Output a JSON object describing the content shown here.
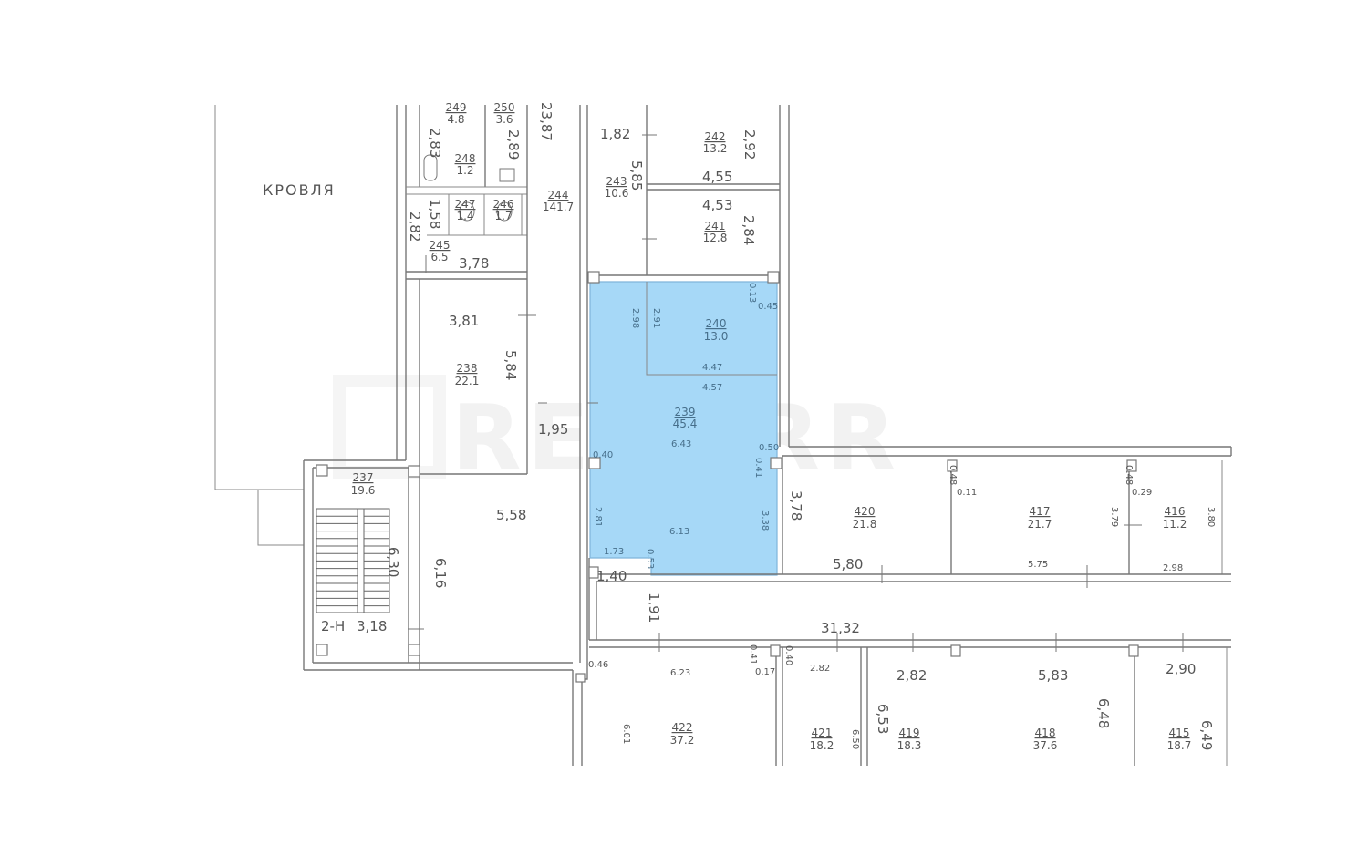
{
  "plan": {
    "roof_label": "КРОВЛЯ",
    "watermark": "REKORR",
    "highlight_color": "#a6d8f7",
    "stair_label": "2-Н",
    "rooms": [
      {
        "id": "r249",
        "number": "249",
        "area": "4.8"
      },
      {
        "id": "r250",
        "number": "250",
        "area": "3.6"
      },
      {
        "id": "r248",
        "number": "248",
        "area": "1.2"
      },
      {
        "id": "r247",
        "number": "247",
        "area": "1.4"
      },
      {
        "id": "r246",
        "number": "246",
        "area": "1.7"
      },
      {
        "id": "r245",
        "number": "245",
        "area": "6.5"
      },
      {
        "id": "r244",
        "number": "244",
        "area": "141.7"
      },
      {
        "id": "r243",
        "number": "243",
        "area": "10.6"
      },
      {
        "id": "r242",
        "number": "242",
        "area": "13.2"
      },
      {
        "id": "r241",
        "number": "241",
        "area": "12.8"
      },
      {
        "id": "r240",
        "number": "240",
        "area": "13.0"
      },
      {
        "id": "r239",
        "number": "239",
        "area": "45.4"
      },
      {
        "id": "r238",
        "number": "238",
        "area": "22.1"
      },
      {
        "id": "r237",
        "number": "237",
        "area": "19.6"
      },
      {
        "id": "r420",
        "number": "420",
        "area": "21.8"
      },
      {
        "id": "r417",
        "number": "417",
        "area": "21.7"
      },
      {
        "id": "r416",
        "number": "416",
        "area": "11.2"
      },
      {
        "id": "r422",
        "number": "422",
        "area": "37.2"
      },
      {
        "id": "r421",
        "number": "421",
        "area": "18.2"
      },
      {
        "id": "r419",
        "number": "419",
        "area": "18.3"
      },
      {
        "id": "r418",
        "number": "418",
        "area": "37.6"
      },
      {
        "id": "r415",
        "number": "415",
        "area": "18.7"
      }
    ],
    "dimensions": [
      {
        "id": "d1",
        "text": "2,83"
      },
      {
        "id": "d2",
        "text": "2,89"
      },
      {
        "id": "d3",
        "text": "23,87"
      },
      {
        "id": "d4",
        "text": "1,82"
      },
      {
        "id": "d5",
        "text": "2,92"
      },
      {
        "id": "d6",
        "text": "5,85"
      },
      {
        "id": "d7",
        "text": "4,55"
      },
      {
        "id": "d8",
        "text": "4,53"
      },
      {
        "id": "d9",
        "text": "2,84"
      },
      {
        "id": "d10",
        "text": "1,58"
      },
      {
        "id": "d11",
        "text": "2,82"
      },
      {
        "id": "d12",
        "text": "3,78"
      },
      {
        "id": "d13",
        "text": "3,81"
      },
      {
        "id": "d14",
        "text": "5,84"
      },
      {
        "id": "d15",
        "text": "1,95"
      },
      {
        "id": "d16",
        "text": "5,58"
      },
      {
        "id": "d17",
        "text": "6,30"
      },
      {
        "id": "d18",
        "text": "6,16"
      },
      {
        "id": "d19",
        "text": "3,18"
      },
      {
        "id": "d20",
        "text": "3,78"
      },
      {
        "id": "d21",
        "text": "5,80"
      },
      {
        "id": "d22",
        "text": "1,40"
      },
      {
        "id": "d23",
        "text": "1,91"
      },
      {
        "id": "d24",
        "text": "31,32"
      },
      {
        "id": "d25",
        "text": "2,82"
      },
      {
        "id": "d26",
        "text": "5,83"
      },
      {
        "id": "d27",
        "text": "2,90"
      },
      {
        "id": "d28",
        "text": "6,53"
      },
      {
        "id": "d29",
        "text": "6,48"
      },
      {
        "id": "d30",
        "text": "6,49"
      },
      {
        "id": "s1",
        "text": "2.98"
      },
      {
        "id": "s2",
        "text": "2.91"
      },
      {
        "id": "s3",
        "text": "0.13"
      },
      {
        "id": "s4",
        "text": "0.45"
      },
      {
        "id": "s5",
        "text": "4.47"
      },
      {
        "id": "s6",
        "text": "4.57"
      },
      {
        "id": "s7",
        "text": "6.43"
      },
      {
        "id": "s8",
        "text": "0.40"
      },
      {
        "id": "s9",
        "text": "0.50"
      },
      {
        "id": "s10",
        "text": "0.41"
      },
      {
        "id": "s11",
        "text": "2.81"
      },
      {
        "id": "s12",
        "text": "6.13"
      },
      {
        "id": "s13",
        "text": "3.38"
      },
      {
        "id": "s14",
        "text": "1.73"
      },
      {
        "id": "s15",
        "text": "0.53"
      },
      {
        "id": "s16",
        "text": "0.48"
      },
      {
        "id": "s17",
        "text": "0.11"
      },
      {
        "id": "s18",
        "text": "0.48"
      },
      {
        "id": "s19",
        "text": "0.29"
      },
      {
        "id": "s20",
        "text": "3.79"
      },
      {
        "id": "s21",
        "text": "3.80"
      },
      {
        "id": "s22",
        "text": "5.75"
      },
      {
        "id": "s23",
        "text": "2.98"
      },
      {
        "id": "s24",
        "text": "0.46"
      },
      {
        "id": "s25",
        "text": "6.23"
      },
      {
        "id": "s26",
        "text": "0.41"
      },
      {
        "id": "s27",
        "text": "0.40"
      },
      {
        "id": "s28",
        "text": "0.17"
      },
      {
        "id": "s29",
        "text": "2.82"
      },
      {
        "id": "s30",
        "text": "6.01"
      },
      {
        "id": "s31",
        "text": "6.50"
      }
    ]
  }
}
